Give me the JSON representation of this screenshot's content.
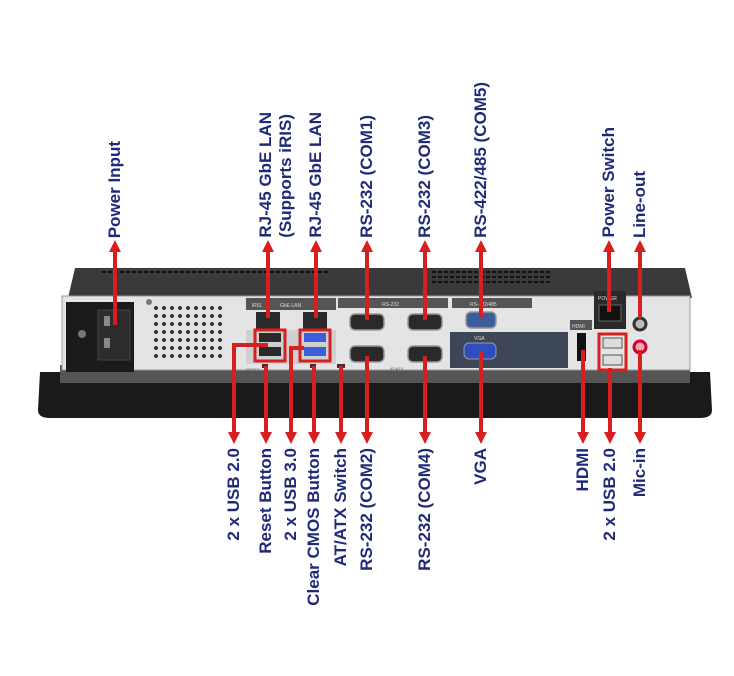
{
  "colors": {
    "label": "#1f2a78",
    "arrow": "#d62020"
  },
  "top_labels": {
    "power_input": "Power Input",
    "lan1_line1": "RJ-45 GbE LAN",
    "lan1_line2": "(Supports iRIS)",
    "lan2": "RJ-45 GbE LAN",
    "com1": "RS-232 (COM1)",
    "com3": "RS-232 (COM3)",
    "com5": "RS-422/485 (COM5)",
    "power_switch": "Power Switch",
    "line_out": "Line-out"
  },
  "bottom_labels": {
    "usb20_left": "2 x USB 2.0",
    "reset": "Reset Button",
    "usb30": "2 x USB 3.0",
    "clear_cmos": "Clear CMOS Button",
    "at_atx": "AT/ATX Switch",
    "com2": "RS-232 (COM2)",
    "com4": "RS-232 (COM4)",
    "vga": "VGA",
    "hdmi": "HDMI",
    "usb20_right": "2 x USB 2.0",
    "mic_in": "Mic-in"
  },
  "panel_text": {
    "gbe_lan": "GbE LAN",
    "iris": "iRIS",
    "rs232": "RS-232",
    "rs422": "RS-422/485",
    "vga": "VGA",
    "hdmi": "HDMI",
    "power": "POWER",
    "reset": "RESET",
    "atatx": "AT/ATX"
  }
}
